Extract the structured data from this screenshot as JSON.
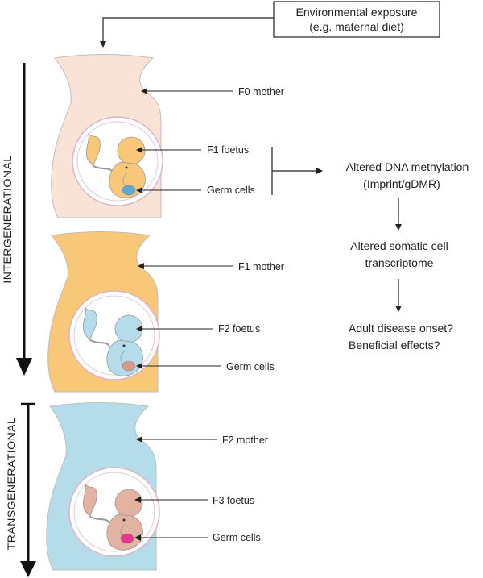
{
  "exposure": {
    "line1": "Environmental exposure",
    "line2": "(e.g. maternal diet)"
  },
  "side_labels": {
    "intergenerational": "INTERGENERATIONAL",
    "transgenerational": "TRANSGENERATIONAL"
  },
  "generations": [
    {
      "mother": "F0 mother",
      "foetus": "F1 foetus",
      "germ": "Germ cells",
      "mother_color": "#f9e3d6",
      "foetus_color": "#f8c878",
      "germ_color": "#5ba9d4"
    },
    {
      "mother": "F1 mother",
      "foetus": "F2 foetus",
      "germ": "Germ cells",
      "mother_color": "#f8c878",
      "foetus_color": "#b5dde9",
      "germ_color": "#d9998f"
    },
    {
      "mother": "F2 mother",
      "foetus": "F3 foetus",
      "germ": "Germ cells",
      "mother_color": "#b5dde9",
      "foetus_color": "#e3b3a2",
      "germ_color": "#e8368f"
    }
  ],
  "outcomes": {
    "methylation_1": "Altered DNA methylation",
    "methylation_2": "(Imprint/gDMR)",
    "transcriptome_1": "Altered somatic cell",
    "transcriptome_2": "transcriptome",
    "disease_1": "Adult disease onset?",
    "disease_2": "Beneficial effects?"
  }
}
